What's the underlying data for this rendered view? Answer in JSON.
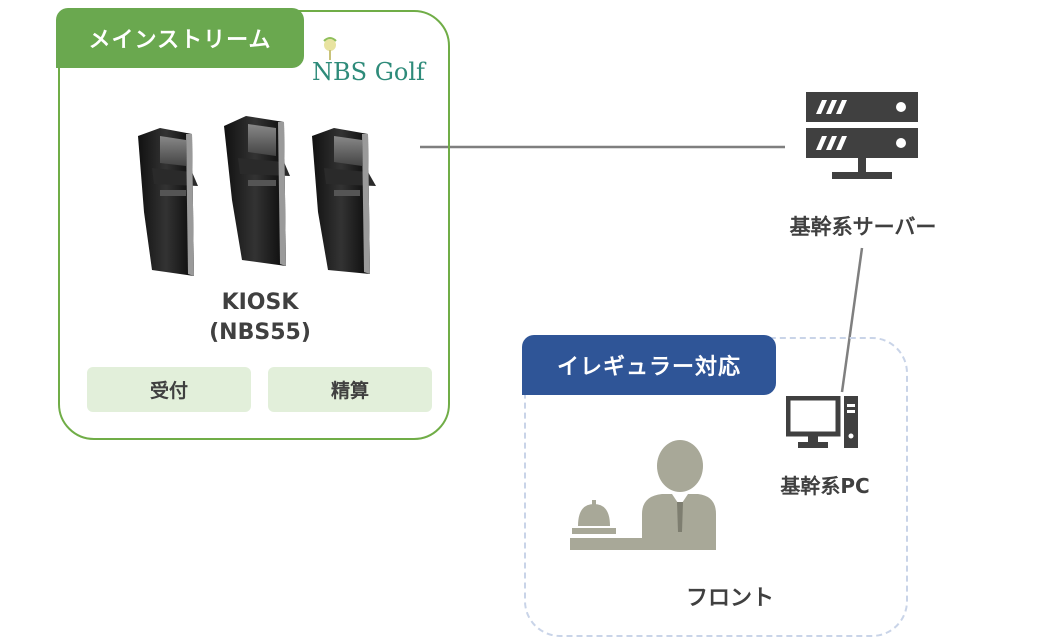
{
  "mainstream": {
    "tag": "メインストリーム",
    "logo_text": "NBS Golf",
    "kiosk_label_line1": "KIOSK",
    "kiosk_label_line2": "(NBS55)",
    "buttons": [
      "受付",
      "精算"
    ]
  },
  "server": {
    "label": "基幹系サーバー"
  },
  "irregular": {
    "tag": "イレギュラー対応",
    "pc_label": "基幹系PC",
    "front_label": "フロント"
  },
  "colors": {
    "mainstream_green": "#6aa84f",
    "irregular_blue": "#2f5597",
    "icon_gray": "#404040",
    "person_gray": "#a8a898"
  }
}
